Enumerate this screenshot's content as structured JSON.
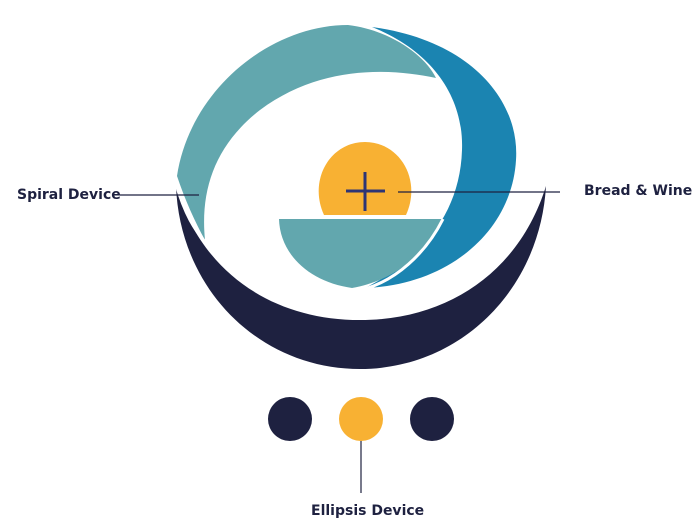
{
  "diagram": {
    "labels": {
      "spiral": "Spiral Device",
      "bread_wine": "Bread & Wine",
      "ellipsis": "Ellipsis Device"
    },
    "colors": {
      "navy": "#1e2140",
      "teal": "#62a7ae",
      "blue": "#1b84b1",
      "gold": "#f8b133",
      "cross": "#2e3575",
      "leader_line": "#1e2140"
    },
    "elements": [
      {
        "name": "navy-crescent",
        "color": "navy"
      },
      {
        "name": "teal-spiral",
        "color": "teal"
      },
      {
        "name": "blue-crescent",
        "color": "blue"
      },
      {
        "name": "gold-host-circle",
        "color": "gold"
      },
      {
        "name": "cross",
        "color": "cross"
      },
      {
        "name": "teal-cup",
        "color": "teal"
      },
      {
        "name": "ellipsis-dot-left",
        "color": "navy"
      },
      {
        "name": "ellipsis-dot-center",
        "color": "gold"
      },
      {
        "name": "ellipsis-dot-right",
        "color": "navy"
      }
    ]
  }
}
